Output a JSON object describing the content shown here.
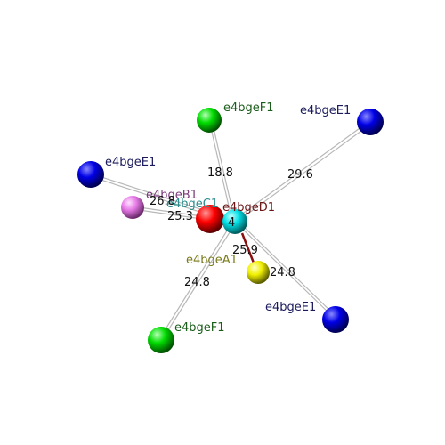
{
  "atoms": [
    {
      "id": "E1a",
      "label": "e4bgeE1",
      "color": "#0000e6",
      "label_color": "#1a1a5c"
    },
    {
      "id": "F1a",
      "label": "e4bgeF1",
      "color": "#00dd00",
      "label_color": "#1a5c1a"
    },
    {
      "id": "E1b",
      "label": "e4bgeE1",
      "color": "#0000e6",
      "label_color": "#1a1a5c"
    },
    {
      "id": "B1",
      "label": "e4bgeB1",
      "color": "#e77be7",
      "label_color": "#7a3a7a"
    },
    {
      "id": "C1",
      "label": "e4bgeC1",
      "color": "#ff0000",
      "label_color": "#2a8c8c"
    },
    {
      "id": "D1",
      "label": "e4bgeD1",
      "color": "#00e0e6",
      "label_color": "#6a1414"
    },
    {
      "id": "A1",
      "label": "e4bgeA1",
      "color": "#f0f000",
      "label_color": "#7a7a1a"
    },
    {
      "id": "E1c",
      "label": "e4bgeE1",
      "color": "#0000e6",
      "label_color": "#1a1a5c"
    },
    {
      "id": "F1b",
      "label": "e4bgeF1",
      "color": "#00dd00",
      "label_color": "#1a5c1a"
    }
  ],
  "distances": [
    "18.8",
    "29.6",
    "26.8",
    "25.3",
    "4",
    "25.9",
    "24.8",
    "24.8"
  ]
}
